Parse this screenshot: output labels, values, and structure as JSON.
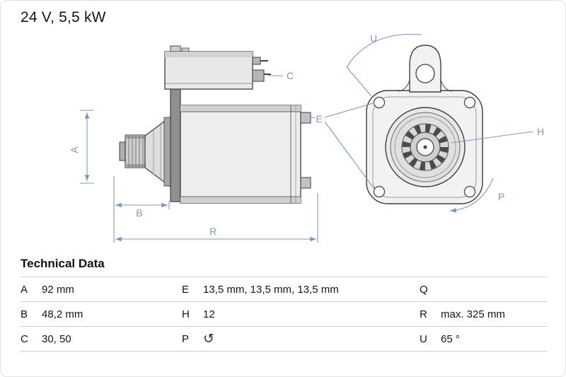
{
  "header": {
    "title": "24 V, 5,5 kW"
  },
  "diagram": {
    "views": [
      "side-view",
      "front-view"
    ],
    "dim_labels": {
      "A": "A",
      "B": "B",
      "C": "C",
      "E": "E",
      "H": "H",
      "P": "P",
      "R": "R",
      "U": "U"
    },
    "colors": {
      "dimension": "#7d97bd",
      "outline": "#3f3f3f"
    }
  },
  "table": {
    "title": "Technical Data",
    "rotation_icon": "↺",
    "rows": [
      [
        "A",
        "92 mm",
        "E",
        "13,5 mm, 13,5 mm, 13,5 mm",
        "Q",
        ""
      ],
      [
        "B",
        "48,2 mm",
        "H",
        "12",
        "R",
        "max. 325 mm"
      ],
      [
        "C",
        "30, 50",
        "P",
        "",
        "U",
        "65 °"
      ]
    ]
  }
}
